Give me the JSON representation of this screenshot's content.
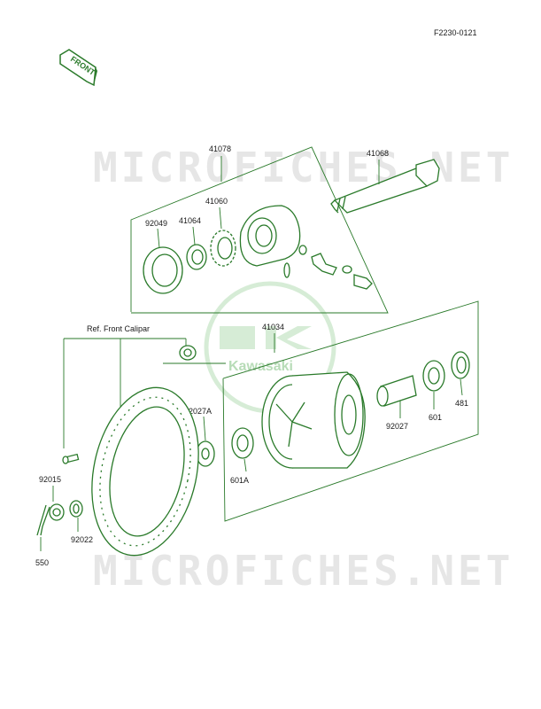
{
  "diagram_code": "F2230-0121",
  "front_badge": "FRONT",
  "watermark": "MICROFICHES.NET",
  "brand_watermark": "Kawasaki",
  "ref_note": "Ref. Front Calipar",
  "parts": {
    "p41078": "41078",
    "p41068": "41068",
    "p41060": "41060",
    "p92049": "92049",
    "p41064": "41064",
    "p41034": "41034",
    "p92027A": "92027A",
    "p92027": "92027",
    "p601": "601",
    "p481": "481",
    "p601A": "601A",
    "p92015": "92015",
    "p92022": "92022",
    "p550": "550"
  },
  "colors": {
    "line": "#2a7a2a",
    "text": "#1a1a1a",
    "watermark": "#e6e6e6"
  }
}
